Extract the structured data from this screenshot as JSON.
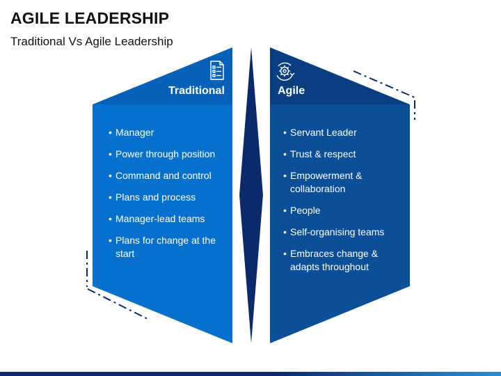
{
  "title": "AGILE LEADERSHIP",
  "subtitle": "Traditional Vs Agile Leadership",
  "panels": {
    "left": {
      "title": "Traditional",
      "icon": "document-list-icon",
      "color_header": "#0761b8",
      "color_body": "#0770cc",
      "items": [
        "Manager",
        "Power through position",
        "Command and control",
        "Plans and process",
        "Manager-lead teams",
        "Plans for change at the start"
      ]
    },
    "right": {
      "title": "Agile",
      "icon": "gear-cycle-icon",
      "color_header": "#0a3e80",
      "color_body": "#0a4f97",
      "items": [
        "Servant Leader",
        "Trust & respect",
        "Empowerment & collaboration",
        "People",
        "Self-organising teams",
        "Embraces change & adapts throughout"
      ]
    }
  },
  "colors": {
    "accent_dark": "#0b2a6b",
    "accent_light": "#2a8fd6"
  }
}
